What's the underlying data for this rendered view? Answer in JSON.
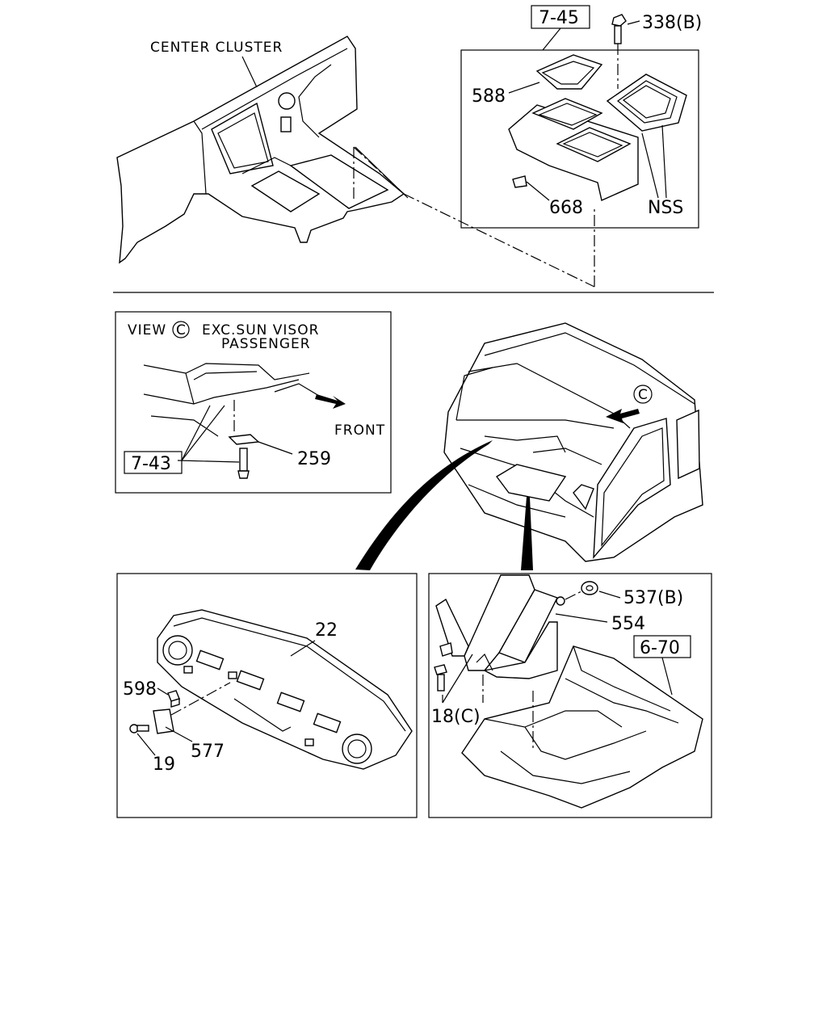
{
  "labels": {
    "center_cluster": "CENTER CLUSTER",
    "ref_7_45": "7-45",
    "p338b": "338(B)",
    "p588": "588",
    "p668": "668",
    "nss": "NSS",
    "view_c": "VIEW",
    "view_c_letter": "C",
    "exc_sun_visor": "EXC.SUN VISOR",
    "passenger": "PASSENGER",
    "front": "FRONT",
    "ref_7_43": "7-43",
    "p259": "259",
    "cab_c": "C",
    "p22": "22",
    "p598": "598",
    "p577": "577",
    "p19": "19",
    "p537b": "537(B)",
    "p554": "554",
    "ref_6_70": "6-70",
    "p18c": "18(C)"
  }
}
